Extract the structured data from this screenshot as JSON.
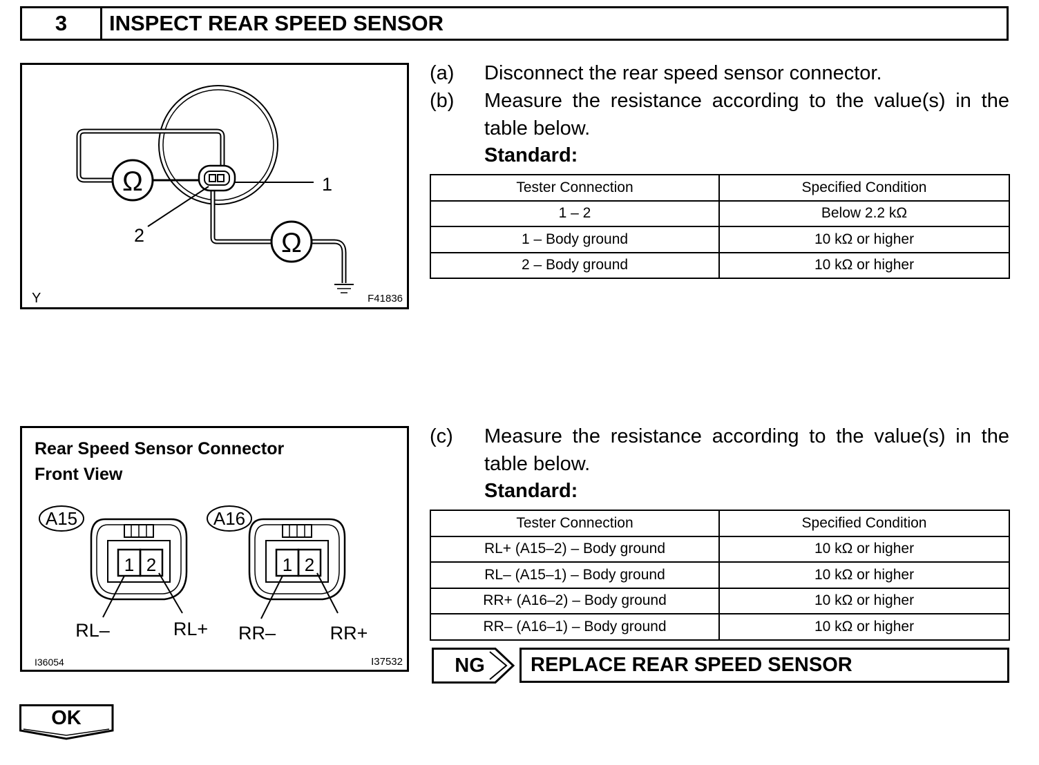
{
  "header": {
    "step_number": "3",
    "title": "INSPECT REAR SPEED SENSOR"
  },
  "figure1": {
    "callout_1": "1",
    "callout_2": "2",
    "ohm_symbol": "Ω",
    "corner_label": "Y",
    "code": "F41836"
  },
  "figure2": {
    "title_line1": "Rear Speed Sensor Connector",
    "title_line2": "Front View",
    "connectors": [
      {
        "id": "A15",
        "pin1": "1",
        "pin2": "2",
        "label_minus": "RL–",
        "label_plus": "RL+"
      },
      {
        "id": "A16",
        "pin1": "1",
        "pin2": "2",
        "label_minus": "RR–",
        "label_plus": "RR+"
      }
    ],
    "code_left": "I36054",
    "code_right": "I37532"
  },
  "steps": {
    "a": {
      "label": "(a)",
      "text": "Disconnect the rear speed sensor connector."
    },
    "b": {
      "label": "(b)",
      "text_line1": "Measure the resistance according to the value(s) in the",
      "text_line2": "table below."
    },
    "c": {
      "label": "(c)",
      "text_line1": "Measure the resistance according to the value(s) in the",
      "text_line2": "table below."
    },
    "standard_label": "Standard:"
  },
  "table1": {
    "headers": [
      "Tester Connection",
      "Specified Condition"
    ],
    "rows": [
      [
        "1 – 2",
        "Below 2.2 kΩ"
      ],
      [
        "1 – Body ground",
        "10 kΩ or higher"
      ],
      [
        "2 – Body ground",
        "10 kΩ or higher"
      ]
    ]
  },
  "table2": {
    "headers": [
      "Tester Connection",
      "Specified Condition"
    ],
    "rows": [
      [
        "RL+ (A15–2) – Body ground",
        "10 kΩ or higher"
      ],
      [
        "RL– (A15–1) – Body ground",
        "10 kΩ or higher"
      ],
      [
        "RR+ (A16–2) – Body ground",
        "10 kΩ or higher"
      ],
      [
        "RR– (A16–1) – Body ground",
        "10 kΩ or higher"
      ]
    ]
  },
  "result": {
    "ng_label": "NG",
    "ng_action": "REPLACE REAR SPEED SENSOR",
    "ok_label": "OK"
  }
}
